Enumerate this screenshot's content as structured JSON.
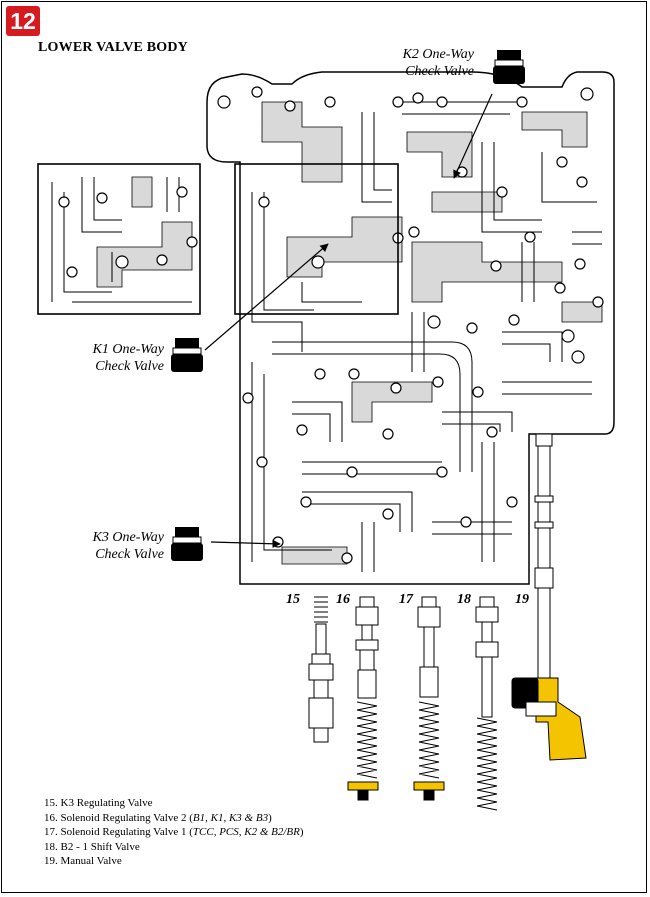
{
  "badge": "12",
  "title": "LOWER VALVE BODY",
  "callouts": {
    "k2": {
      "line1": "K2 One-Way",
      "line2": "Check Valve"
    },
    "k1": {
      "line1": "K1 One-Way",
      "line2": "Check Valve"
    },
    "k3": {
      "line1": "K3 One-Way",
      "line2": "Check Valve"
    }
  },
  "part_numbers": [
    "15",
    "16",
    "17",
    "18",
    "19"
  ],
  "legend": [
    {
      "text": "15. K3 Regulating Valve",
      "detail": ""
    },
    {
      "text": "16. Solenoid Regulating Valve 2 (",
      "detail": "B1, K1, K3 & B3",
      "close": ")"
    },
    {
      "text": "17. Solenoid Regulating Valve 1 (",
      "detail": "TCC, PCS, K2 & B2/BR",
      "close": ")"
    },
    {
      "text": "18. B2 - 1 Shift Valve",
      "detail": ""
    },
    {
      "text": "19. Manual Valve",
      "detail": ""
    }
  ],
  "colors": {
    "badge": "#d71920",
    "channel_fill": "#d9d9d9",
    "solenoid": "#f5c400",
    "ink": "#000000"
  }
}
